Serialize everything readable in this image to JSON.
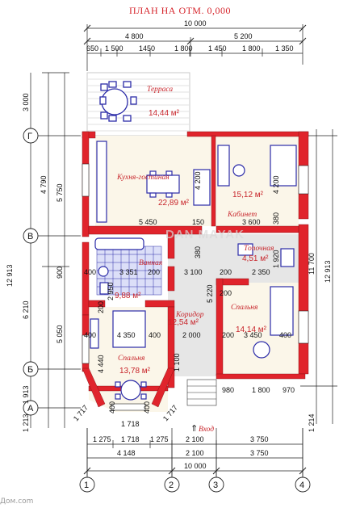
{
  "title": "ПЛАН НА ОТМ. 0,000",
  "watermark": "Дом.com",
  "plan_watermark": "DAN MAYAK",
  "entrance_label": "Вход",
  "colors": {
    "wall": "#e0242c",
    "accent": "#c8262c",
    "furniture": "#2b2ba8",
    "wet": "#4a78c8",
    "dim": "#111111"
  },
  "axes": {
    "vertical": [
      "1",
      "2",
      "3",
      "4"
    ],
    "horizontal": [
      "Г",
      "В",
      "Б",
      "А"
    ]
  },
  "rooms": [
    {
      "name": "Терраса",
      "area": "14,44 м²"
    },
    {
      "name": "Кухня-гостиная",
      "area": "22,89 м²"
    },
    {
      "name": "Кабинет",
      "area": "15,12 м²"
    },
    {
      "name": "Ванная",
      "area": "9,88 м²"
    },
    {
      "name": "Топочная",
      "area": "4,51 м²"
    },
    {
      "name": "Коридор",
      "area": "12,54 м²"
    },
    {
      "name": "Спальня",
      "area": "14,14 м²"
    },
    {
      "name": "Спальня",
      "area": "13,78 м²"
    }
  ],
  "dimensions": {
    "top": [
      "10 000",
      "4 800",
      "5 200",
      "650",
      "1 500",
      "1450",
      "1 800",
      "1 450",
      "1 800",
      "1 350"
    ],
    "bottom": [
      "1 275",
      "1 718",
      "1 275",
      "2 100",
      "3 750",
      "4 148",
      "2 100",
      "3 750",
      "10 000"
    ],
    "left": [
      "3 000",
      "4 790",
      "5 750",
      "12 913",
      "900",
      "6 210",
      "5 050",
      "1 913",
      "1 213"
    ],
    "right": [
      "11 700",
      "12 913",
      "1 214"
    ],
    "inner": [
      "5 450",
      "150",
      "3 600",
      "4 200",
      "4 200",
      "380",
      "3 351",
      "200",
      "3 100",
      "200",
      "2 350",
      "1 920",
      "2 950",
      "380",
      "5 220",
      "400",
      "4 350",
      "2 000",
      "200",
      "3 450",
      "400",
      "400",
      "400",
      "200",
      "200",
      "4 440",
      "1 100",
      "980",
      "1 800",
      "970",
      "1 717",
      "1 717",
      "400",
      "400",
      "1 718"
    ]
  }
}
